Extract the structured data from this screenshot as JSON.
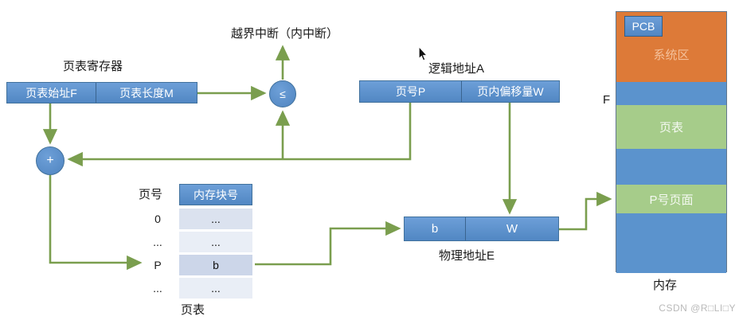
{
  "diagram": {
    "interrupt_label": "越界中断（内中断）",
    "page_table_register": {
      "title": "页表寄存器",
      "cells": [
        "页表始址F",
        "页表长度M"
      ]
    },
    "compare_symbol": "≤",
    "plus_symbol": "+",
    "logical_address": {
      "title": "逻辑地址A",
      "cells": [
        "页号P",
        "页内偏移量W"
      ]
    },
    "page_table": {
      "row_label_header": "页号",
      "col_header": "内存块号",
      "row_labels": [
        "0",
        "...",
        "P",
        "..."
      ],
      "row_values": [
        "...",
        "...",
        "b",
        "..."
      ],
      "caption": "页表"
    },
    "physical_address": {
      "cells": [
        "b",
        "W"
      ],
      "title": "物理地址E"
    },
    "memory": {
      "pcb_label": "PCB",
      "system_area_label": "系统区",
      "page_table_label": "页表",
      "page_frame_label": "P号页面",
      "start_address_label": "F",
      "caption": "内存"
    },
    "watermark": "CSDN @R□LI□Y",
    "colors": {
      "box_blue": "#5b93cd",
      "box_border": "#41719c",
      "line_green": "#7a9e4e",
      "memory_orange": "#dd7a38",
      "memory_light_green": "#a6cc8a",
      "table_row_a": "#dbe2ef",
      "table_row_b": "#e9eef6",
      "table_row_selected": "#ccd6e9"
    }
  }
}
